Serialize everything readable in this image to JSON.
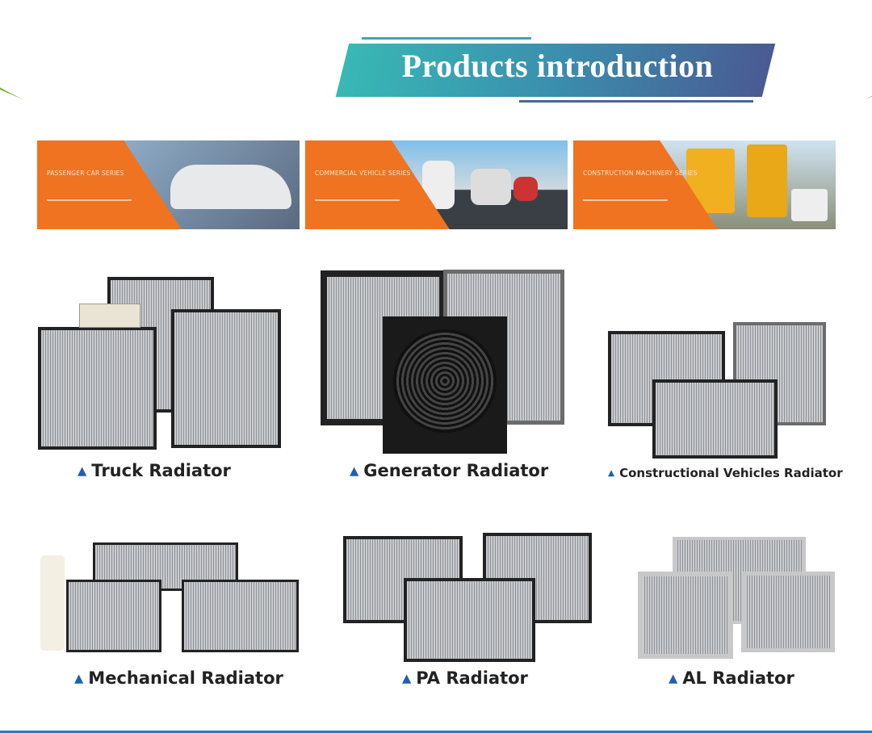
{
  "header": {
    "title": "Products introduction",
    "colors": {
      "blue": "#0a8fd0",
      "green": "#6aa83a",
      "banner_start": "#38b8b4",
      "banner_end": "#4a5a92"
    }
  },
  "series_banners": [
    {
      "label": "PASSENGER CAR SERIES"
    },
    {
      "label": "COMMERCIAL VEHICLE SERIES"
    },
    {
      "label": "CONSTRUCTION MACHINERY SERIES"
    }
  ],
  "products": [
    {
      "name": "Truck Radiator",
      "marker": "▲"
    },
    {
      "name": "Generator Radiator",
      "marker": "▲"
    },
    {
      "name": "Constructional Vehicles Radiator",
      "marker": "▲"
    },
    {
      "name": "Mechanical Radiator",
      "marker": "▲"
    },
    {
      "name": "PA Radiator",
      "marker": "▲"
    },
    {
      "name": "AL Radiator",
      "marker": "▲"
    }
  ],
  "accent_color": "#ef7320"
}
